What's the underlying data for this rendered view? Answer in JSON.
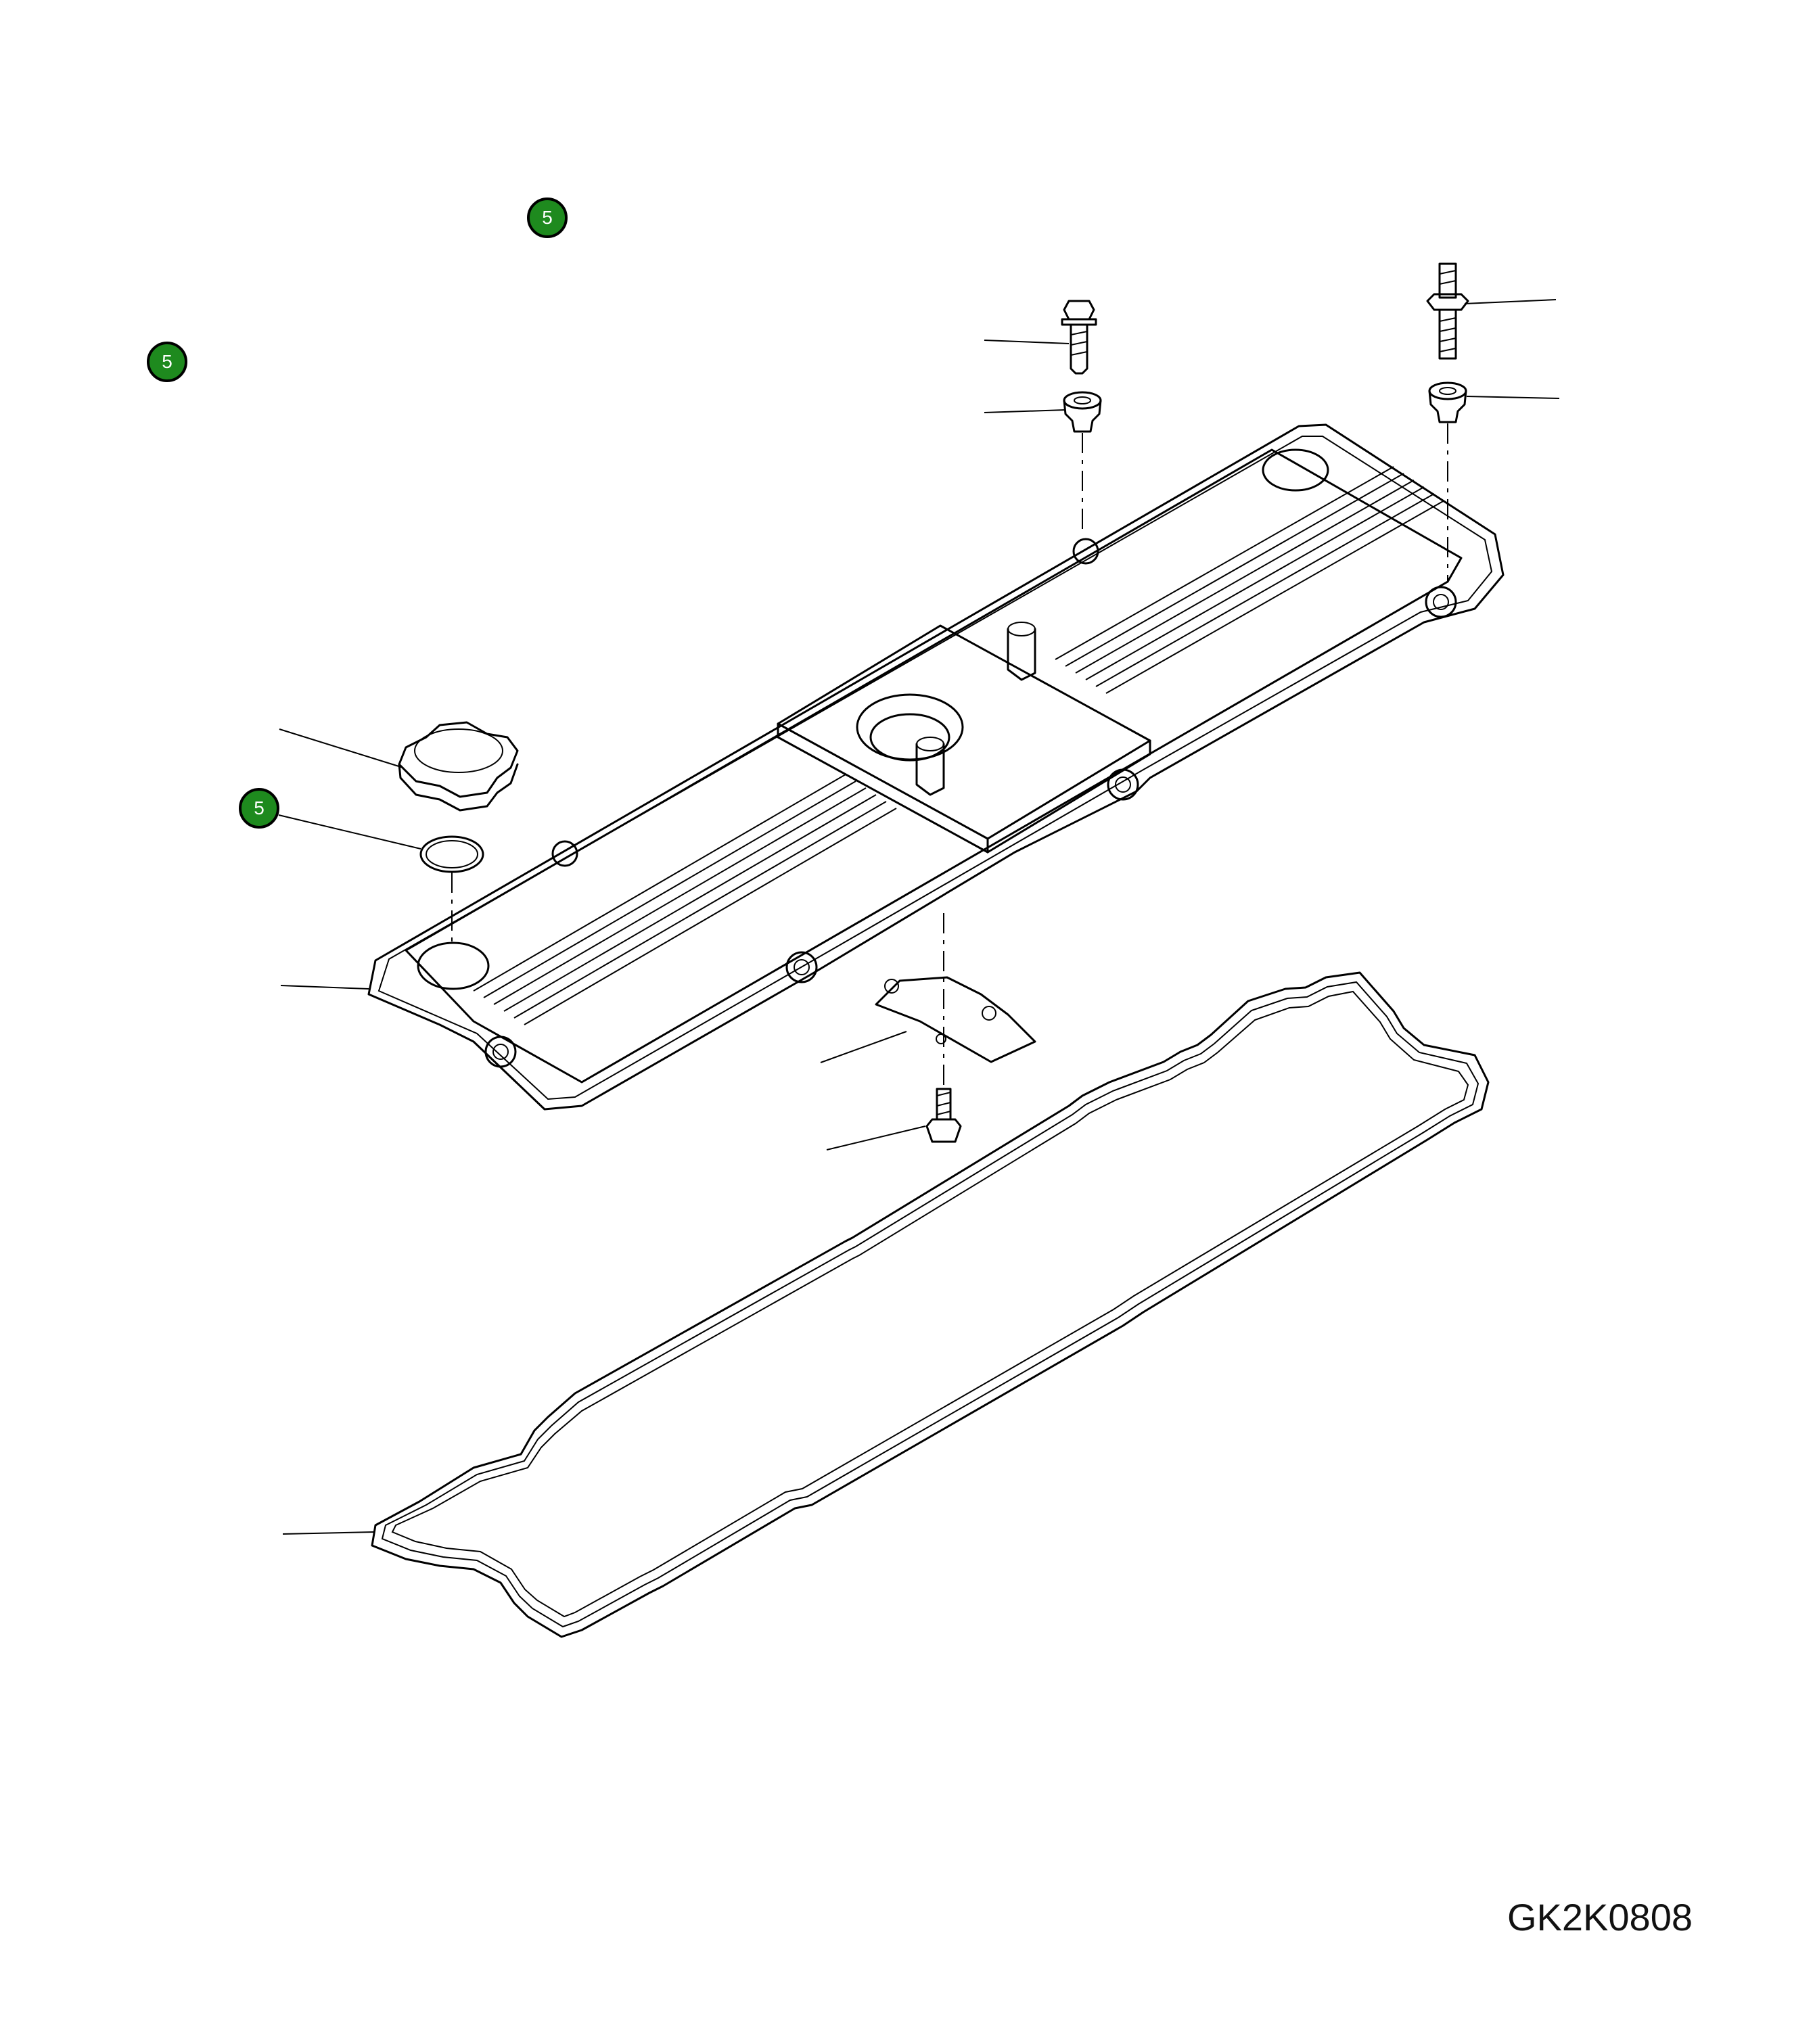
{
  "drawing_code": "GK2K0808",
  "callouts": [
    {
      "label": "5",
      "item": "callout-top"
    },
    {
      "label": "5",
      "item": "callout-left"
    },
    {
      "label": "5",
      "item": "callout-oil-cap-seal"
    }
  ],
  "colors": {
    "callout_fill": "#1e8a1e",
    "callout_text": "#ffffff",
    "line": "#000000"
  }
}
